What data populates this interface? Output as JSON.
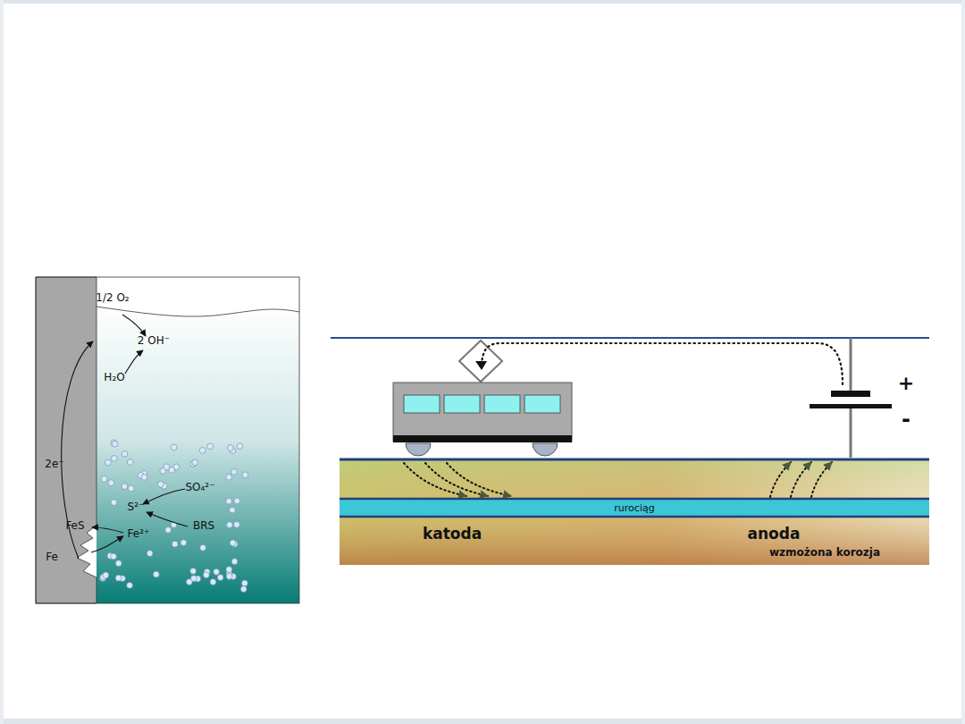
{
  "diagram": {
    "nodes": [
      {
        "text": [
          "rurociąg"
        ]
      }
    ],
    "labels": [
      "1/2 O₂",
      "2 OH⁻",
      "H₂O",
      "2e⁻",
      "SO₄²⁻",
      "S²⁻",
      "BRS",
      "FeS",
      "Fe²⁺",
      "Fe",
      "+",
      "-",
      "katoda",
      "anoda",
      "wzmożona korozja"
    ]
  }
}
